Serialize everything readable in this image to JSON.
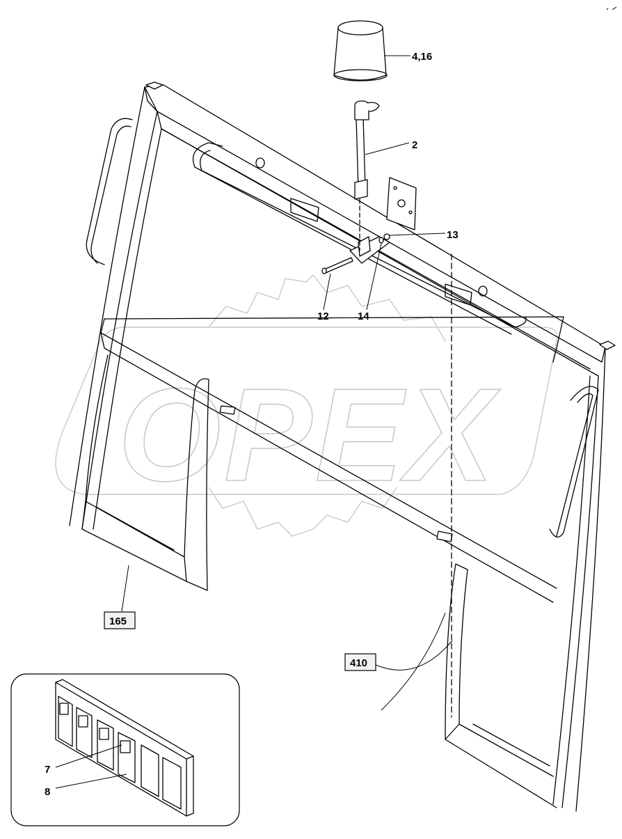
{
  "watermark": {
    "text": "OPEX"
  },
  "callouts": {
    "beacon": "4,16",
    "mast": "2",
    "nut": "13",
    "bolt": "12",
    "washer": "14",
    "left_assembly": "165",
    "right_assembly": "410",
    "switch_a": "7",
    "switch_b": "8"
  },
  "colors": {
    "line": "#000000",
    "watermark": "#c9c9c9",
    "background": "#ffffff"
  }
}
